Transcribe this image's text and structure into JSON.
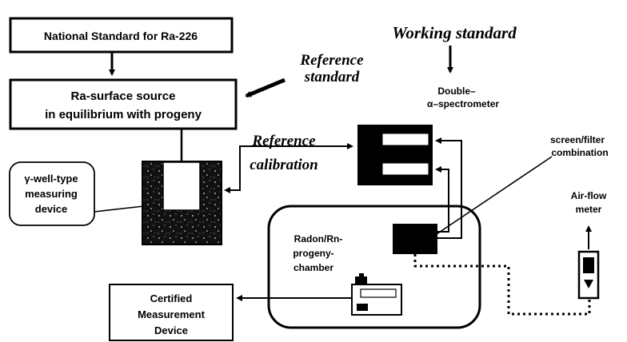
{
  "boxes": {
    "national_standard": "National Standard for Ra-226",
    "ra_surface_source": {
      "line1": "Ra-surface source",
      "line2": "in equilibrium with progeny"
    },
    "certified_device": {
      "line1": "Certified",
      "line2": "Measurement",
      "line3": "Device"
    }
  },
  "callouts": {
    "gamma_device": {
      "line1": "γ-well-type",
      "line2": "measuring",
      "line3": "device"
    }
  },
  "labels": {
    "working_standard": "Working standard",
    "reference_standard": {
      "line1": "Reference",
      "line2": "standard"
    },
    "reference_calibration": {
      "line1": "Reference",
      "line2": "calibration"
    },
    "double_alpha": {
      "line1": "Double–",
      "line2": "α–spectrometer"
    },
    "screen_filter": {
      "line1": "screen/filter",
      "line2": "combination"
    },
    "air_flow": {
      "line1": "Air-flow",
      "line2": "meter"
    },
    "radon_chamber": {
      "line1": "Radon/Rn-",
      "line2": "progeny-",
      "line3": "chamber"
    }
  }
}
